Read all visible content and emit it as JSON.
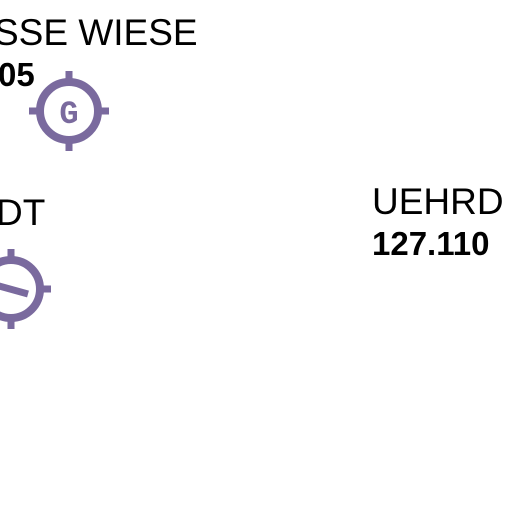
{
  "map": {
    "symbol_color": "#7a6a9e",
    "features": [
      {
        "name": "SSE WIESE",
        "frequency": "05",
        "symbol": "airfield-crosshair-g-icon",
        "symbol_letter": "G"
      },
      {
        "name": "DT",
        "frequency": "",
        "symbol": "airfield-crosshair-runway-icon"
      },
      {
        "name": "UEHRD",
        "frequency": "127.110",
        "symbol": ""
      }
    ]
  }
}
